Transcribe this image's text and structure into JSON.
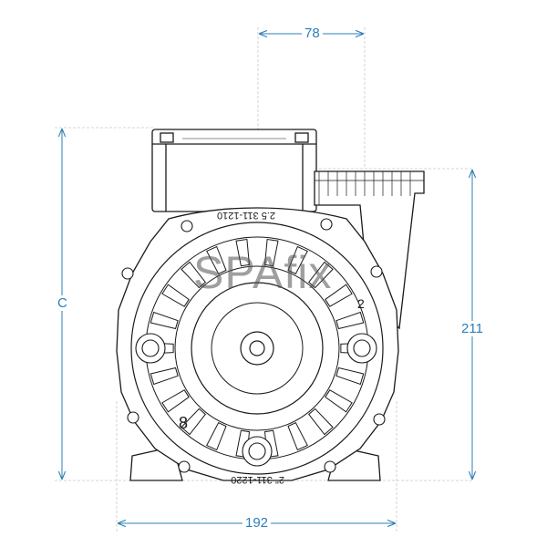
{
  "dimensions": {
    "top_width": "78",
    "height_left": "C",
    "height_right": "211",
    "bottom_width": "192"
  },
  "markings": {
    "top_ring_text": "2.5 311-1210",
    "bottom_ring_text": "2\" 311-1220",
    "port_digit_left": "8",
    "port_digit_right": "2"
  },
  "watermark": "SPAfix",
  "colors": {
    "dimension": "#2e7fb8",
    "line": "#1a1a1a",
    "extension": "#bfbfbf"
  }
}
